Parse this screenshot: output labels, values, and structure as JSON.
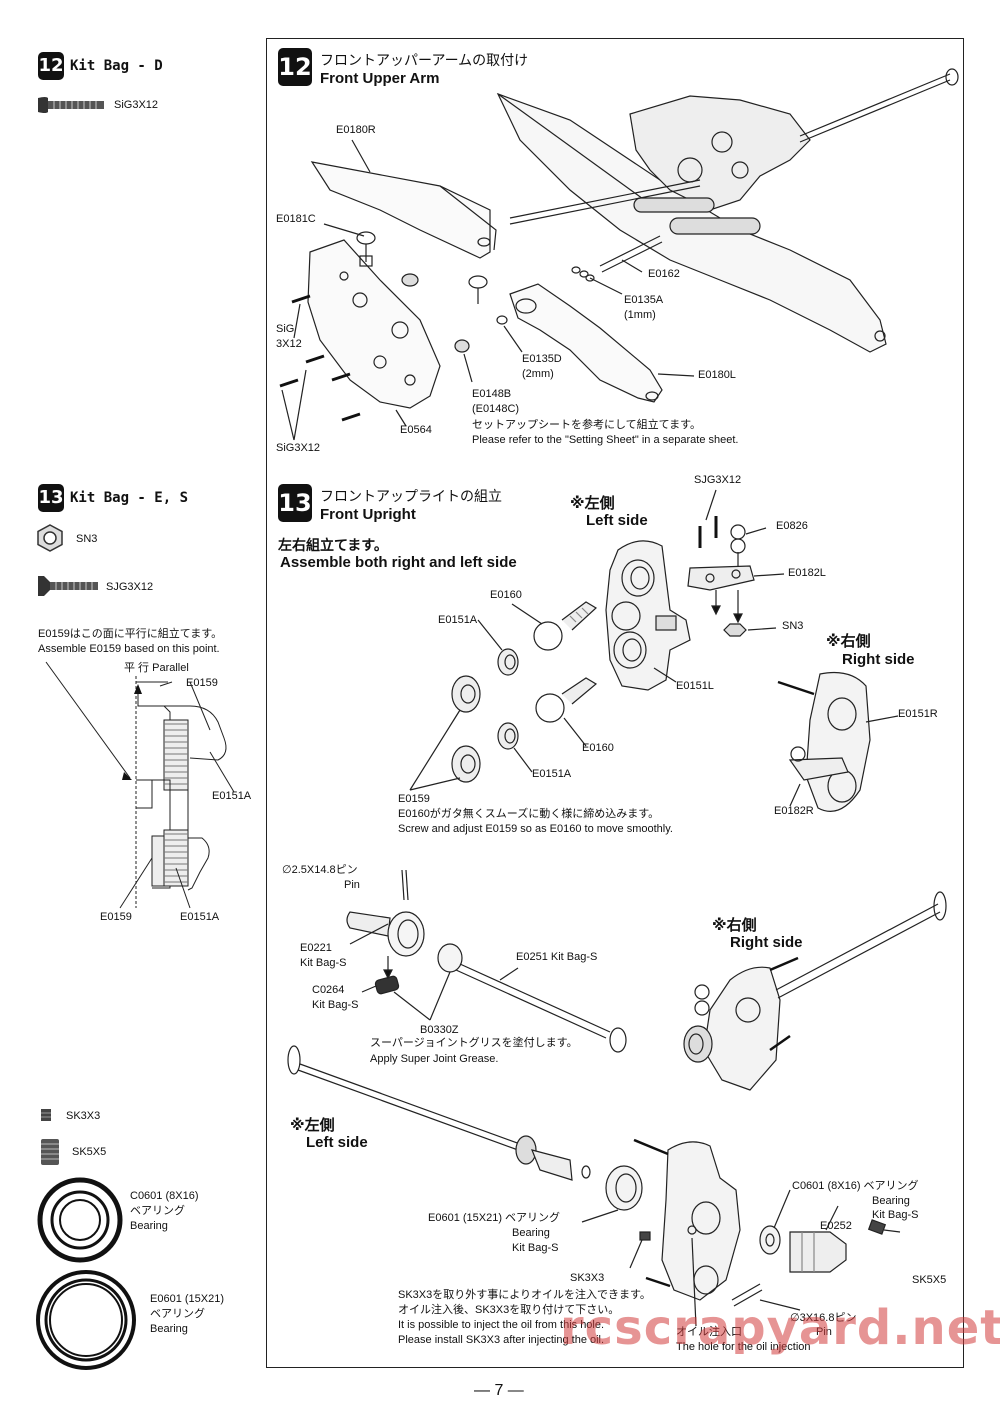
{
  "left": {
    "kit_d": {
      "num": "12",
      "title": "Kit Bag - D",
      "part": "SiG3X12"
    },
    "kit_es": {
      "num": "13",
      "title": "Kit Bag - E, S",
      "part_nut": "SN3",
      "part_screw": "SJG3X12"
    },
    "detail": {
      "jp": "E0159はこの面に平行に組立てます。",
      "en": "Assemble E0159 based on this point.",
      "parallel": "平 行  Parallel",
      "l1": "E0159",
      "l2": "E0151A",
      "l3": "E0159",
      "l4": "E0151A"
    },
    "parts": {
      "sk3x3": "SK3X3",
      "sk5x5": "SK5X5",
      "c0601": [
        "C0601 (8X16)",
        "ベアリング",
        "Bearing"
      ],
      "e0601": [
        "E0601 (15X21)",
        "ベアリング",
        "Bearing"
      ]
    }
  },
  "step12": {
    "num": "12",
    "jp": "フロントアッパーアームの取付け",
    "en": "Front Upper Arm",
    "labels": {
      "E0180R": "E0180R",
      "E0181C": "E0181C",
      "SiG": "SiG",
      "3X12": "3X12",
      "SiG3X12": "SiG3X12",
      "E0564": "E0564",
      "E0162": "E0162",
      "E0135A": "E0135A",
      "E0135A_mm": "(1mm)",
      "E0135D": "E0135D",
      "E0135D_mm": "(2mm)",
      "E0180L": "E0180L",
      "E0148B": "E0148B",
      "E0148C": "(E0148C)"
    },
    "note_jp": "セットアップシートを参考にして組立てます。",
    "note_en": "Please refer to the \"Setting Sheet\" in a separate sheet."
  },
  "step13": {
    "num": "13",
    "jp": "フロントアップライトの組立",
    "en": "Front Upright",
    "sub_jp": "左右組立てます。",
    "sub_en": "Assemble both right and left side",
    "left_jp": "※左側",
    "left_en": "Left side",
    "right_jp": "※右側",
    "right_en": "Right side",
    "labels": {
      "SJG3X12": "SJG3X12",
      "E0826": "E0826",
      "E0182L": "E0182L",
      "SN3": "SN3",
      "E0160a": "E0160",
      "E0151A_a": "E0151A",
      "E0151L": "E0151L",
      "E0160b": "E0160",
      "E0151A_b": "E0151A",
      "E0159": "E0159",
      "E0151R": "E0151R",
      "E0182R": "E0182R"
    },
    "note_jp": "E0160がガタ無くスムーズに動く様に締め込みます。",
    "note_en": "Screw and adjust E0159 so as E0160 to move smoothly."
  },
  "step13b": {
    "pin_jp": "∅2.5X14.8ピン",
    "pin_en": "Pin",
    "E0221": "E0221",
    "E0221_bag": "Kit Bag-S",
    "C0264": "C0264",
    "C0264_bag": "Kit Bag-S",
    "B0330Z": "B0330Z",
    "E0251": "E0251  Kit Bag-S",
    "grease_jp": "スーパージョイントグリスを塗付します。",
    "grease_en": "Apply Super Joint Grease.",
    "right_jp": "※右側",
    "right_en": "Right side",
    "left_jp": "※左側",
    "left_en": "Left side",
    "c0601": [
      "C0601 (8X16) ベアリング",
      "Bearing",
      "Kit Bag-S"
    ],
    "E0252": "E0252",
    "e0601": [
      "E0601 (15X21) ベアリング",
      "Bearing",
      "Kit Bag-S"
    ],
    "SK3X3": "SK3X3",
    "SK5X5": "SK5X5",
    "pin2_jp": "∅3X16.8ピン",
    "pin2_en": "Pin",
    "oil_note": [
      "SK3X3を取り外す事によりオイルを注入できます。",
      "オイル注入後、SK3X3を取り付けて下さい。",
      "It is possible to inject the oil from this hole.",
      "Please install SK3X3 after injecting the oil."
    ],
    "oil_jp": "オイル注入口",
    "oil_en": "The hole for the oil injection"
  },
  "page_number": "— 7 —",
  "watermark": "rcscrapyard.net"
}
